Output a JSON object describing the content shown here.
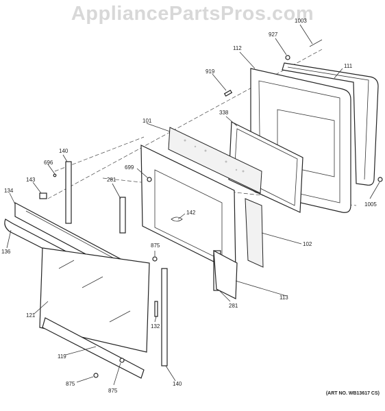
{
  "watermark": "AppliancePartsPros.com",
  "art_number": "(ART NO. WB13617 CS)",
  "callouts": {
    "c1003": "1003",
    "c927": "927",
    "c112": "112",
    "c111": "111",
    "c919": "919",
    "c338": "338",
    "c101": "101",
    "c140a": "140",
    "c696": "696",
    "c699": "699",
    "c281a": "281",
    "c143": "143",
    "c134": "134",
    "c142": "142",
    "c136": "136",
    "c875a": "875",
    "c102": "102",
    "c1005": "1005",
    "c121": "121",
    "c113": "113",
    "c281b": "281",
    "c132": "132",
    "c119": "119",
    "c875b": "875",
    "c875c": "875",
    "c140b": "140"
  }
}
